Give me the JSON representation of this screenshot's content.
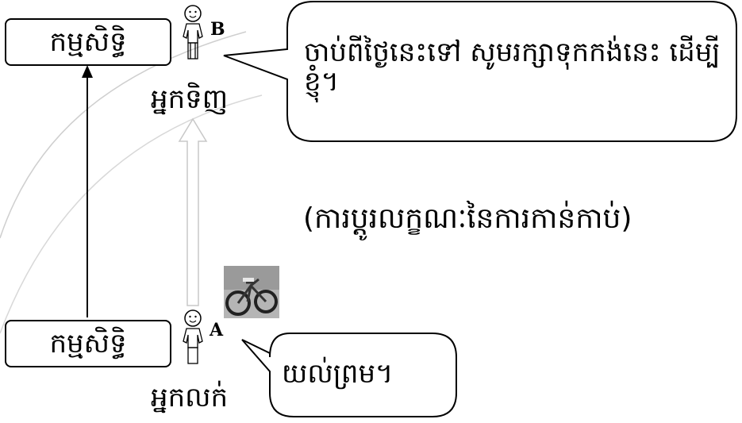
{
  "ownership_box_top": "កម្មសិទ្ធិ",
  "ownership_box_bottom": "កម្មសិទ្ធិ",
  "person_b": {
    "letter": "B",
    "role": "អ្នកទិញ"
  },
  "person_a": {
    "letter": "A",
    "role": "អ្នកលក់"
  },
  "bubble_b": "ចាប់ពីថ្ងៃនេះទៅ សូមរក្សាទុកកង់នេះ ដើម្បីខ្ញុំ។",
  "bubble_a": "យល់ព្រម។",
  "caption": "(ការប្តូរលក្ខណៈនៃការកាន់កាប់)",
  "icons": {
    "person": "stick-figure-icon",
    "bicycle": "bicycle-photo"
  }
}
